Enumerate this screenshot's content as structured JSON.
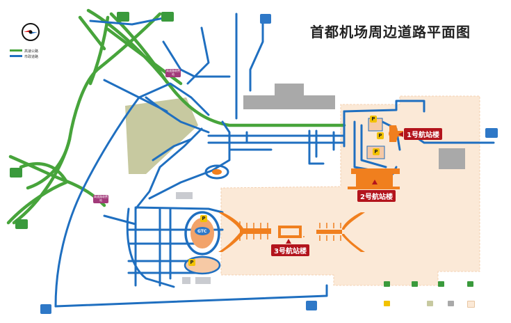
{
  "title": "首都机场周边道路平面图",
  "terminals": {
    "t1": "1号航站楼",
    "t2": "2号航站楼",
    "t3": "3号航站楼"
  },
  "gtc": "GTC",
  "legend_top": {
    "expressway": "高速公路",
    "city_road": "市政道路"
  },
  "signs": {
    "toll_top": "高速路收费站",
    "toll_left": "高速路收费站"
  },
  "colors": {
    "expressway": "#47a43b",
    "city_road": "#1f6fc0",
    "terminal": "#f07f1e",
    "airport_area": "#fbe9d7",
    "label": "#b3141c",
    "greenbelt": "#c7c9a0",
    "building": "#a9a9a9"
  },
  "icons": [
    "compass-icon",
    "parking-icon",
    "bus-icon",
    "airplane-icon",
    "arrow-up-icon",
    "arrow-left-icon"
  ]
}
